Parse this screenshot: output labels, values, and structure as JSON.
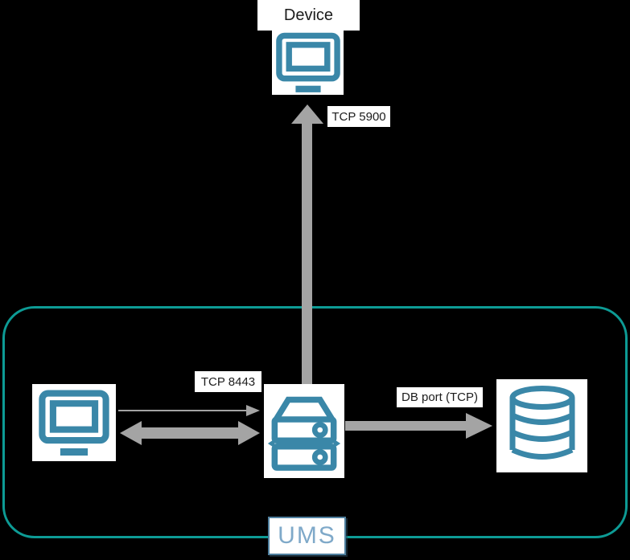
{
  "diagram": {
    "type": "network-port-diagram",
    "nodes": [
      {
        "id": "device",
        "label": "Device",
        "icon": "monitor-icon"
      },
      {
        "id": "console",
        "icon": "monitor-icon"
      },
      {
        "id": "ums-server",
        "icon": "server-icon"
      },
      {
        "id": "database",
        "icon": "database-icon"
      }
    ],
    "boundary_label": "UMS",
    "connections": [
      {
        "from": "ums-server",
        "to": "device",
        "label": "TCP 5900",
        "direction": "up",
        "style": "thick"
      },
      {
        "from": "console",
        "to": "ums-server",
        "label": "TCP 8443",
        "direction": "bidirectional",
        "style": "thin-right-and-thick-double"
      },
      {
        "from": "ums-server",
        "to": "database",
        "label": "DB port (TCP)",
        "direction": "right",
        "style": "thick"
      }
    ]
  },
  "colors": {
    "background": "#000000",
    "node_panel_bg": "#ffffff",
    "icon_stroke": "#3a87a8",
    "boundary_border": "#0d9b95",
    "arrow_gray": "#a4a4a4",
    "label_text": "#1c1c1c",
    "ums_label_text": "#7fa9c9",
    "ums_label_border": "#4e7f9e"
  }
}
